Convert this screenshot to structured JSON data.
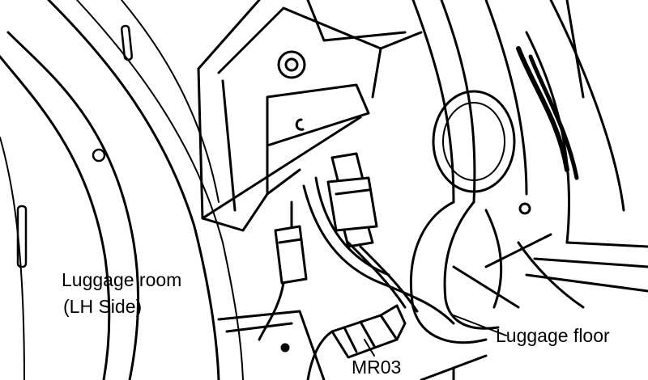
{
  "labels": {
    "luggage_room_line1": "Luggage room",
    "luggage_room_line2": "(LH Side)",
    "luggage_floor": "Luggage floor",
    "connector": "MR03"
  },
  "colors": {
    "ink": "#000000",
    "paper": "#ffffff"
  }
}
